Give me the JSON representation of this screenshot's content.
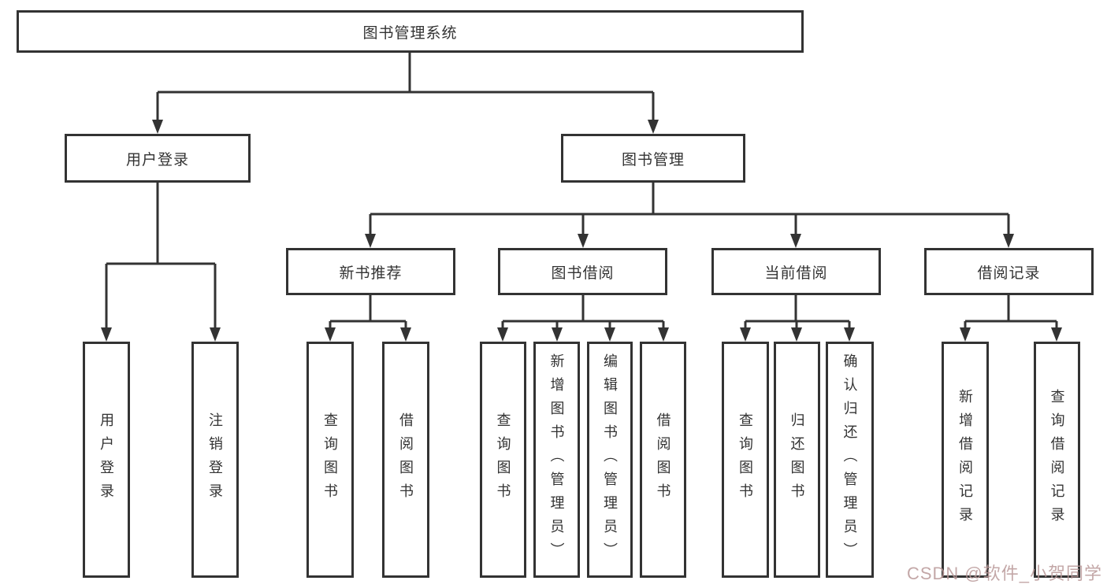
{
  "diagram": {
    "colors": {
      "line": "#333333",
      "box_border": "#333333",
      "box_background": "#ffffff",
      "text": "#333333",
      "watermark": "#b99898"
    },
    "watermark": "CSDN @软件_小贺同学",
    "tree": {
      "root": "图书管理系统",
      "branches": [
        {
          "label": "用户登录",
          "leaves": [
            "用户登录",
            "注销登录"
          ]
        },
        {
          "label": "图书管理",
          "groups": [
            {
              "label": "新书推荐",
              "leaves": [
                "查询图书",
                "借阅图书"
              ]
            },
            {
              "label": "图书借阅",
              "leaves": [
                "查询图书",
                "新增图书（管理员）",
                "编辑图书（管理员）",
                "借阅图书"
              ]
            },
            {
              "label": "当前借阅",
              "leaves": [
                "查询图书",
                "归还图书",
                "确认归还（管理员）"
              ]
            },
            {
              "label": "借阅记录",
              "leaves": [
                "新增借阅记录",
                "查询借阅记录"
              ]
            }
          ]
        }
      ]
    }
  }
}
